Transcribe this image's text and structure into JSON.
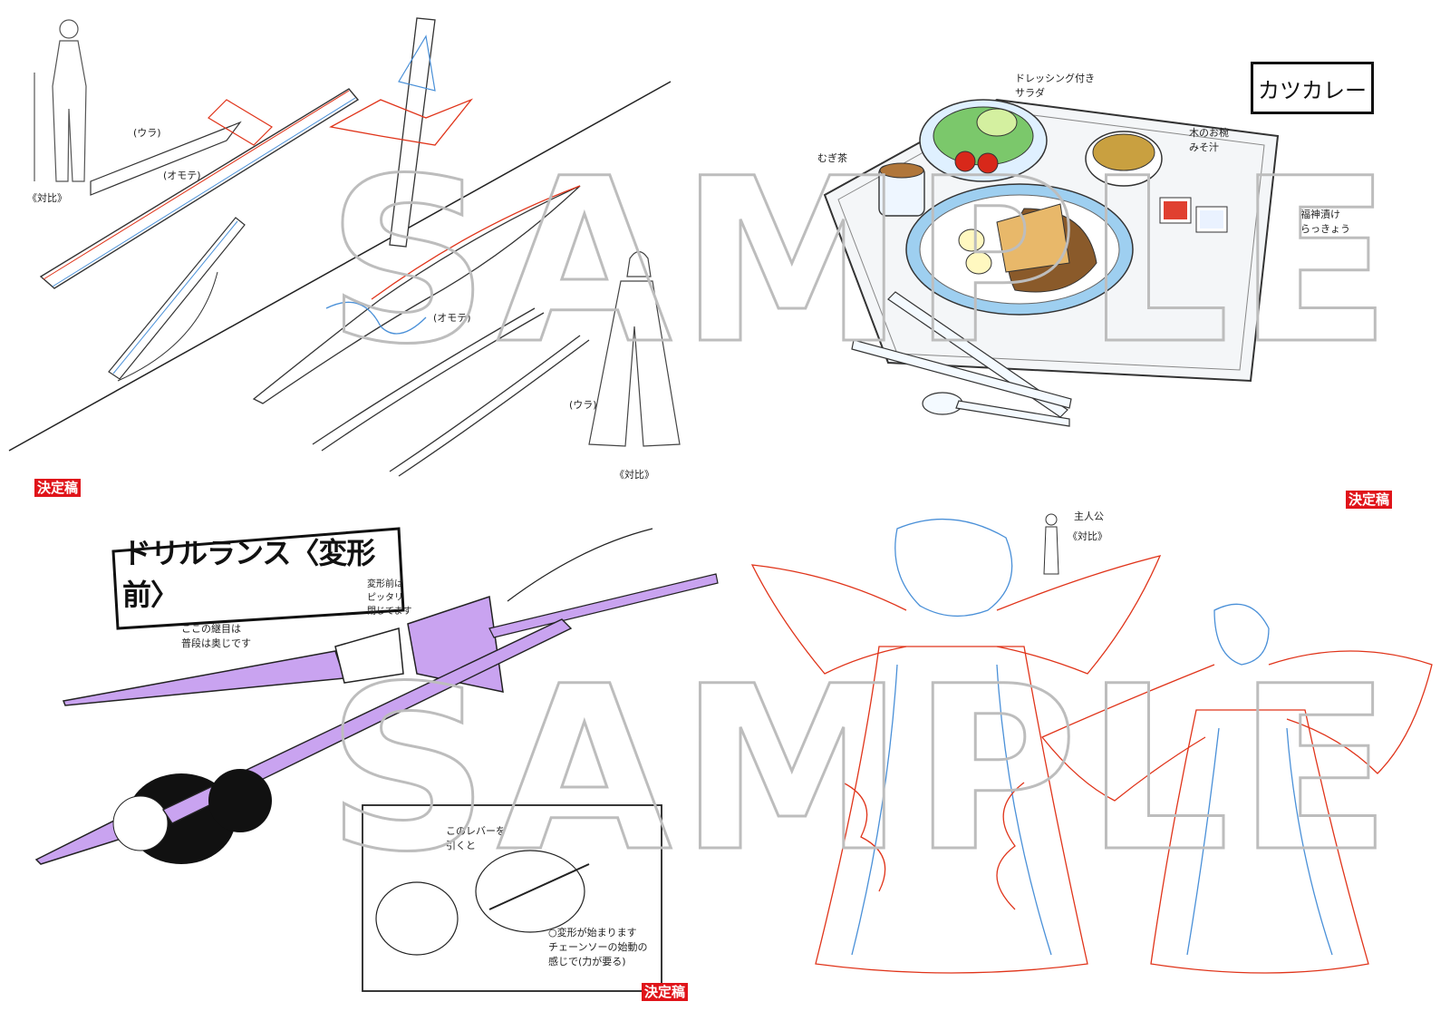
{
  "watermark": {
    "text": "SAMPLE"
  },
  "stamps": {
    "final": "決定稿"
  },
  "panel_swords": {
    "compare_label": "《対比》",
    "compare_label_2": "《対比》",
    "notes": {
      "back": "(ウラ)",
      "front": "(オモテ)",
      "front2": "(オモテ)",
      "back2": "(ウラ)"
    }
  },
  "panel_curry": {
    "title": "カツカレー",
    "notes": {
      "salad": "ドレッシング付き\nサラダ",
      "tea": "むぎ茶",
      "bowl": "木のお椀\nみそ汁",
      "pickles": "福神漬け\nらっきょう"
    }
  },
  "panel_drill": {
    "title": "ドリルランス〈変形前〉",
    "notes": {
      "seam": "ここの継目は\n普段は奥じです",
      "before": "変形前は\nピッタリ\n閉じてます",
      "lever": "このレバーを\n引くと",
      "transform": "○変形が始まります\nチェーンソーの始動の\n感じで(力が要る)"
    }
  },
  "panel_monster": {
    "notes": {
      "hero": "主人公",
      "compare": "《対比》"
    }
  },
  "colors": {
    "stamp": "#e0141a",
    "lance": "#c9a3f0",
    "plate": "#9ecff0",
    "curry": "#8a5a2a",
    "line_red": "#e0341a",
    "line_blue": "#4a90d8"
  }
}
